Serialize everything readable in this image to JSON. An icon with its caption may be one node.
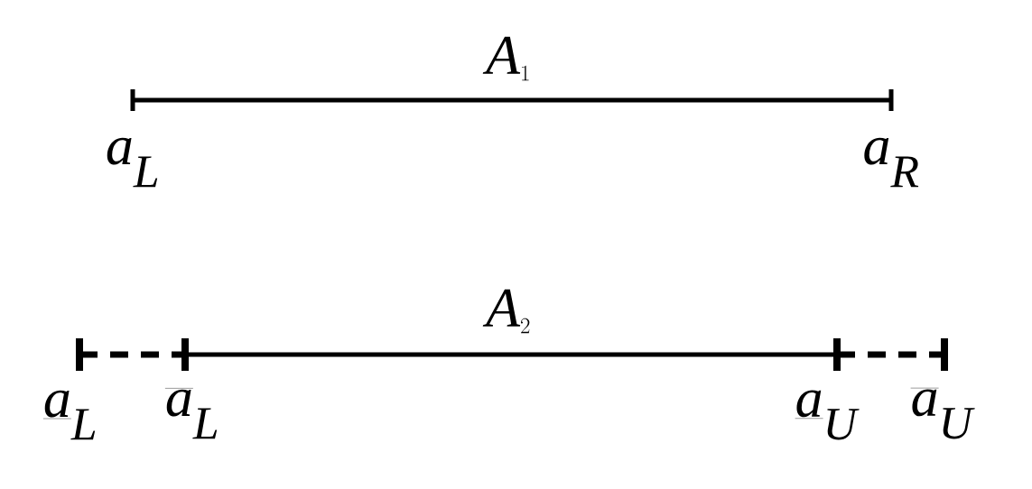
{
  "diagram": {
    "labels": [
      "A_1",
      "a_L",
      "a_R",
      "A_2",
      "\\underline{a}_L",
      "\\overline{a}_L",
      "\\underline{a}_U",
      "\\overline{a}_U"
    ]
  }
}
